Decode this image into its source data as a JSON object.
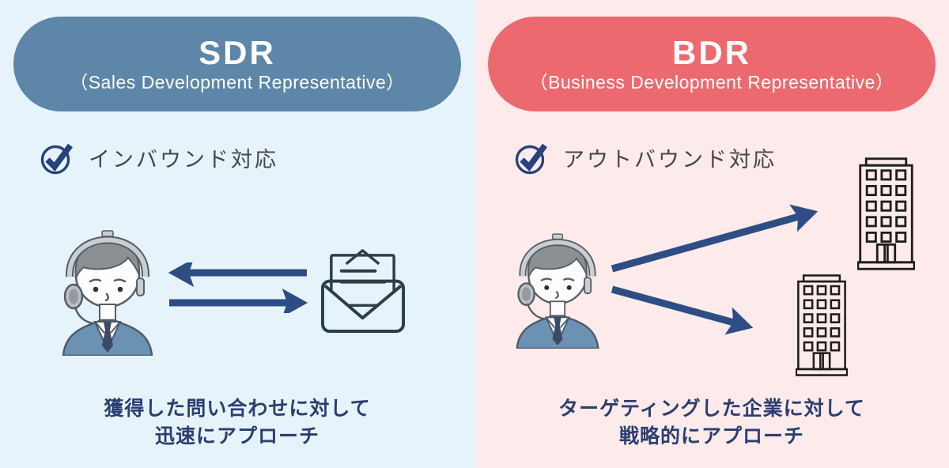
{
  "sdr": {
    "title": "SDR",
    "subtitle": "（Sales Development Representative）",
    "feature": "インバウンド対応",
    "caption_line1": "獲得した問い合わせに対して",
    "caption_line2": "迅速にアプローチ",
    "icons": {
      "check": "check-circle-icon",
      "person": "call-agent-with-headset-illustration",
      "arrows": "two-way-horizontal-arrows",
      "envelope": "open-envelope-icon"
    }
  },
  "bdr": {
    "title": "BDR",
    "subtitle": "（Business Development Representative）",
    "feature": "アウトバウンド対応",
    "caption_line1": "ターゲティングした企業に対して",
    "caption_line2": "戦略的にアプローチ",
    "icons": {
      "check": "check-circle-icon",
      "person": "call-agent-with-headset-illustration",
      "arrows": "diverging-arrows",
      "buildings": "office-building-icons"
    }
  },
  "colors": {
    "sdr-bg": "#e7f3fa",
    "sdr-header": "#5e86a8",
    "bdr-bg": "#fdeaea",
    "bdr-header": "#ec6a6f",
    "header-text": "#ffffff",
    "check": "#27427c",
    "feature-text": "#43474b",
    "arrow": "#2e4d85",
    "caption": "#2b3e70",
    "envelope": "#2c3e46",
    "building": "#1d1d1d"
  }
}
